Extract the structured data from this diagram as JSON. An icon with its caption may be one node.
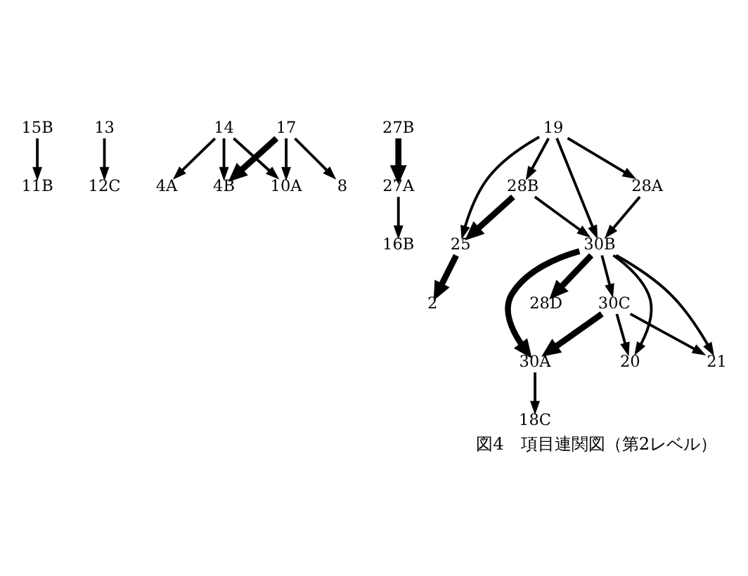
{
  "diagram": {
    "caption": "図4　項目連関図（第2レベル）",
    "nodes": [
      {
        "text": [
          "15B"
        ]
      },
      {
        "text": [
          "11B"
        ]
      },
      {
        "text": [
          "13"
        ]
      },
      {
        "text": [
          "12C"
        ]
      },
      {
        "text": [
          "14"
        ]
      },
      {
        "text": [
          "4A"
        ]
      },
      {
        "text": [
          "4B"
        ]
      },
      {
        "text": [
          "8"
        ]
      },
      {
        "text": [
          "10A"
        ]
      },
      {
        "text": [
          "17"
        ]
      },
      {
        "text": [
          "16B"
        ]
      },
      {
        "text": [
          "27A"
        ]
      },
      {
        "text": [
          "27B"
        ]
      },
      {
        "text": [
          "19"
        ]
      },
      {
        "text": [
          "25"
        ]
      },
      {
        "text": [
          "28B"
        ]
      },
      {
        "text": [
          "28A"
        ]
      },
      {
        "text": [
          "2"
        ]
      },
      {
        "text": [
          "30C"
        ]
      },
      {
        "text": [
          "30B"
        ]
      },
      {
        "text": [
          "28D"
        ]
      },
      {
        "text": [
          "30A"
        ]
      },
      {
        "text": [
          "20"
        ]
      },
      {
        "text": [
          "21"
        ]
      },
      {
        "text": [
          "18C"
        ]
      }
    ],
    "edges": [
      {
        "from": 0,
        "to": 1,
        "arrow": "to"
      },
      {
        "from": 2,
        "to": 3,
        "arrow": "to"
      },
      {
        "from": 4,
        "to": 5,
        "arrow": "to"
      },
      {
        "from": 4,
        "to": 6,
        "arrow": "to"
      },
      {
        "from": 4,
        "to": 8,
        "arrow": "to"
      },
      {
        "from": 9,
        "to": 6,
        "arrow": "to",
        "style": "thick"
      },
      {
        "from": 9,
        "to": 7,
        "arrow": "to"
      },
      {
        "from": 9,
        "to": 8,
        "arrow": "to"
      },
      {
        "from": 11,
        "to": 10,
        "arrow": "to"
      },
      {
        "from": 12,
        "to": 11,
        "arrow": "to",
        "style": "thick"
      },
      {
        "from": 13,
        "to": 14,
        "arrow": "to"
      },
      {
        "from": 13,
        "to": 15,
        "arrow": "to"
      },
      {
        "from": 13,
        "to": 16,
        "arrow": "to"
      },
      {
        "from": 13,
        "to": 19,
        "arrow": "to"
      },
      {
        "from": 15,
        "to": 14,
        "arrow": "to",
        "style": "thick"
      },
      {
        "from": 14,
        "to": 17,
        "arrow": "to",
        "style": "thick"
      },
      {
        "from": 15,
        "to": 19,
        "arrow": "to"
      },
      {
        "from": 16,
        "to": 19,
        "arrow": "to"
      },
      {
        "from": 19,
        "to": 18,
        "arrow": "to"
      },
      {
        "from": 18,
        "to": 22,
        "arrow": "to"
      },
      {
        "from": 18,
        "to": 21,
        "arrow": "to",
        "style": "thick"
      },
      {
        "from": 19,
        "to": 21,
        "arrow": "to",
        "style": "thick"
      },
      {
        "from": 19,
        "to": 20,
        "arrow": "to",
        "style": "thick"
      },
      {
        "from": 18,
        "to": 23,
        "arrow": "to"
      },
      {
        "from": 19,
        "to": 22,
        "arrow": "to"
      },
      {
        "from": 19,
        "to": 23,
        "arrow": "to"
      },
      {
        "from": 21,
        "to": 24,
        "arrow": "to"
      }
    ]
  }
}
